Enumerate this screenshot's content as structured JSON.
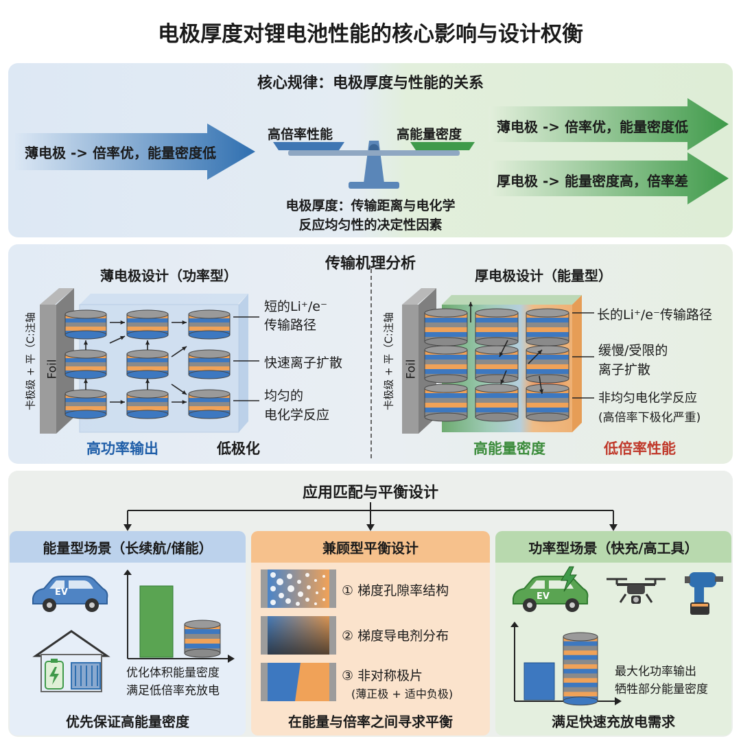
{
  "title": "电极厚度对锂电池性能的核心影响与设计权衡",
  "core": {
    "heading": "核心规律：电极厚度与性能的关系",
    "left_arrow": "薄电极 -> 倍率优，能量密度低",
    "scale_left": "高倍率性能",
    "scale_right": "高能量密度",
    "center_line1": "电极厚度：传输距离与电化学",
    "center_line2": "反应均匀性的决定性因素",
    "right_arrow_1": "薄电极 -> 倍率优，能量密度低",
    "right_arrow_2": "厚电极 -> 能量密度高，倍率差"
  },
  "mechanism": {
    "heading": "传输机理分析",
    "thin": {
      "title": "薄电极设计（功率型）",
      "collector": "卡极级 + 平（C:注轴",
      "foil": "Foil",
      "label1_line1": "短的Li⁺/e⁻",
      "label1_line2": "传输路径",
      "label2": "快速离子扩散",
      "label3_line1": "均匀的",
      "label3_line2": "电化学反应",
      "footer_left": "高功率输出",
      "footer_right": "低极化"
    },
    "thick": {
      "title": "厚电极设计（能量型）",
      "collector": "卡极级 + 平（C:注轴",
      "foil": "Foil",
      "label1": "长的Li⁺/e⁻传输路径",
      "label2_line1": "缓慢/受限的",
      "label2_line2": "离子扩散",
      "label3_line1": "非均匀电化学反应",
      "label3_line2": "(高倍率下极化严重)",
      "footer_left": "高能量密度",
      "footer_right": "低倍率性能"
    }
  },
  "application": {
    "heading": "应用匹配与平衡设计",
    "energy": {
      "title": "能量型场景（长续航/储能）",
      "ev_label": "EV",
      "chart_line1": "优化体积能量密度",
      "chart_line2": "满足低倍率充放电",
      "footer": "优先保证高能量密度"
    },
    "balanced": {
      "title": "兼顾型平衡设计",
      "item1": "① 梯度孔隙率结构",
      "item2": "② 梯度导电剂分布",
      "item3_line1": "③ 非对称极片",
      "item3_line2": "(薄正极 + 适中负极)",
      "footer": "在能量与倍率之间寻求平衡"
    },
    "power": {
      "title": "功率型场景（快充/高工具）",
      "ev_label": "EV",
      "chart_line1": "最大化功率输出",
      "chart_line2": "牺牲部分能量密度",
      "footer": "满足快速充放电需求"
    }
  },
  "colors": {
    "blue": "#2f6fb0",
    "green": "#3f9a4a",
    "orange": "#f0a258",
    "red": "#c0392b",
    "dark_blue": "#1f5ea8",
    "dark_green": "#3c8c3c"
  },
  "icons": [
    "arrow-right-icon",
    "balance-scale-icon",
    "electrode-stack-icon",
    "ev-car-icon",
    "house-battery-icon",
    "drone-icon",
    "drill-icon",
    "lightning-icon"
  ]
}
